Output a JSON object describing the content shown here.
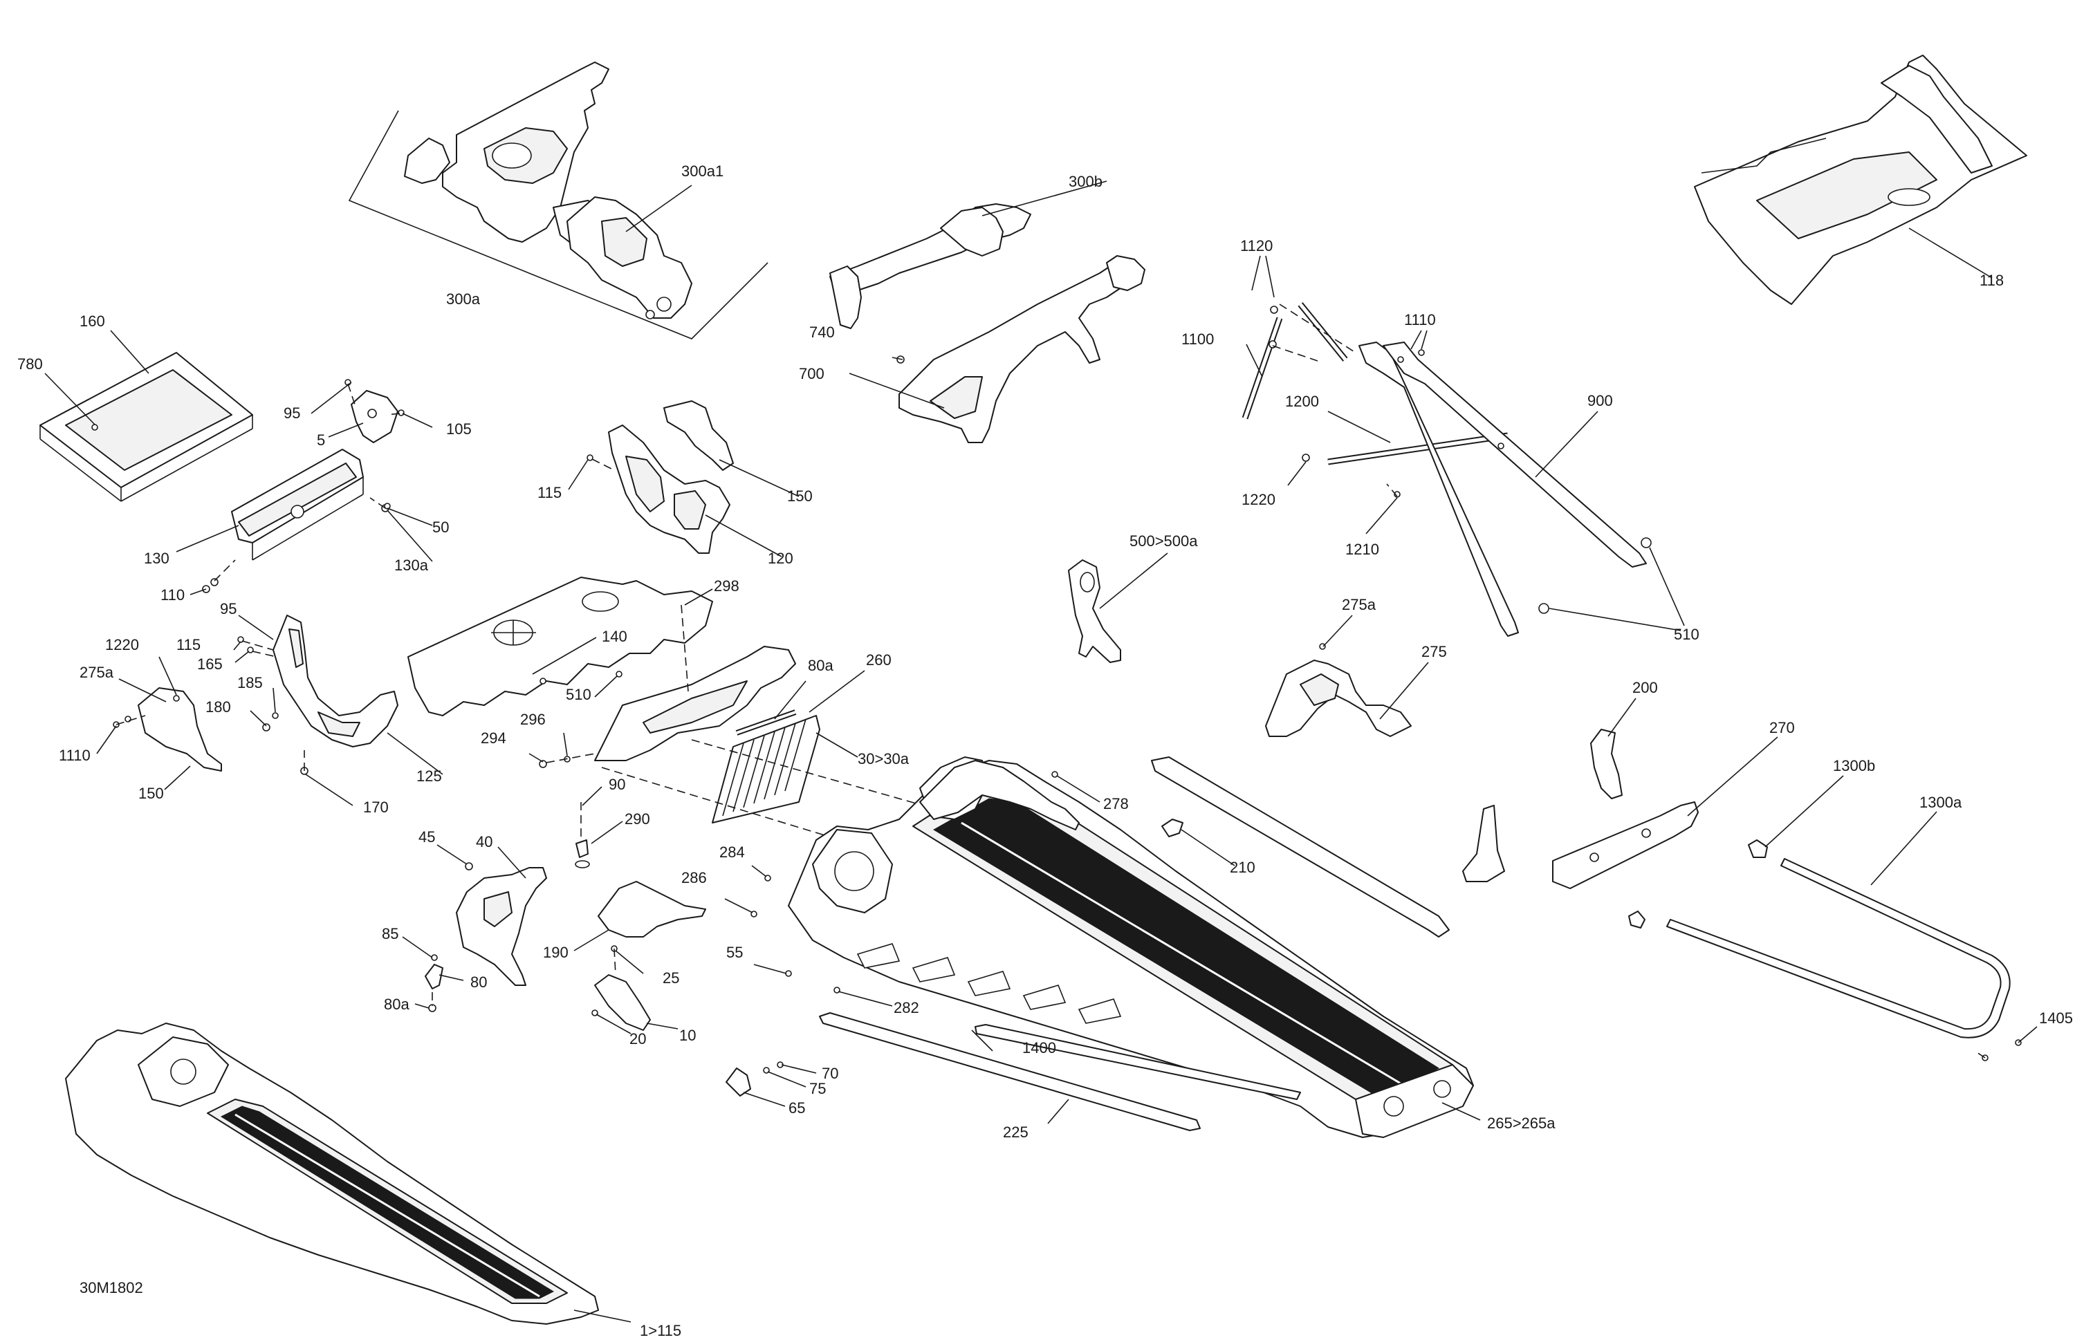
{
  "diagram": {
    "document_id": "30M1802",
    "callouts": [
      {
        "key": "c300a1",
        "text": "300a1"
      },
      {
        "key": "c300a",
        "text": "300a"
      },
      {
        "key": "c300b",
        "text": "300b"
      },
      {
        "key": "c740",
        "text": "740"
      },
      {
        "key": "c700",
        "text": "700"
      },
      {
        "key": "c118",
        "text": "118"
      },
      {
        "key": "c1120",
        "text": "1120"
      },
      {
        "key": "c1110a",
        "text": "1110"
      },
      {
        "key": "c1100",
        "text": "1100"
      },
      {
        "key": "c1200",
        "text": "1200"
      },
      {
        "key": "c900",
        "text": "900"
      },
      {
        "key": "c1220a",
        "text": "1220"
      },
      {
        "key": "c1210",
        "text": "1210"
      },
      {
        "key": "c510a",
        "text": "510"
      },
      {
        "key": "c160",
        "text": "160"
      },
      {
        "key": "c780",
        "text": "780"
      },
      {
        "key": "c95a",
        "text": "95"
      },
      {
        "key": "c5",
        "text": "5"
      },
      {
        "key": "c105",
        "text": "105"
      },
      {
        "key": "c50",
        "text": "50"
      },
      {
        "key": "c130",
        "text": "130"
      },
      {
        "key": "c130a",
        "text": "130a"
      },
      {
        "key": "c110",
        "text": "110"
      },
      {
        "key": "c115a",
        "text": "115"
      },
      {
        "key": "c150a",
        "text": "150"
      },
      {
        "key": "c120",
        "text": "120"
      },
      {
        "key": "c500",
        "text": "500>500a"
      },
      {
        "key": "c275a",
        "text": "275a"
      },
      {
        "key": "c275",
        "text": "275"
      },
      {
        "key": "c200",
        "text": "200"
      },
      {
        "key": "c270",
        "text": "270"
      },
      {
        "key": "c1300b",
        "text": "1300b"
      },
      {
        "key": "c1300a",
        "text": "1300a"
      },
      {
        "key": "c1405",
        "text": "1405"
      },
      {
        "key": "c298",
        "text": "298"
      },
      {
        "key": "c140",
        "text": "140"
      },
      {
        "key": "c510b",
        "text": "510"
      },
      {
        "key": "c80a",
        "text": "80a"
      },
      {
        "key": "c260",
        "text": "260"
      },
      {
        "key": "c30",
        "text": "30>30a"
      },
      {
        "key": "c294",
        "text": "294"
      },
      {
        "key": "c296",
        "text": "296"
      },
      {
        "key": "c95b",
        "text": "95"
      },
      {
        "key": "c1220b",
        "text": "1220"
      },
      {
        "key": "c115b",
        "text": "115"
      },
      {
        "key": "c165",
        "text": "165"
      },
      {
        "key": "c275a2",
        "text": "275a"
      },
      {
        "key": "c185",
        "text": "185"
      },
      {
        "key": "c180",
        "text": "180"
      },
      {
        "key": "c1110b",
        "text": "1110"
      },
      {
        "key": "c125",
        "text": "125"
      },
      {
        "key": "c150b",
        "text": "150"
      },
      {
        "key": "c170",
        "text": "170"
      },
      {
        "key": "c90",
        "text": "90"
      },
      {
        "key": "c290",
        "text": "290"
      },
      {
        "key": "c45",
        "text": "45"
      },
      {
        "key": "c40",
        "text": "40"
      },
      {
        "key": "c284",
        "text": "284"
      },
      {
        "key": "c286",
        "text": "286"
      },
      {
        "key": "c278",
        "text": "278"
      },
      {
        "key": "c210",
        "text": "210"
      },
      {
        "key": "c85",
        "text": "85"
      },
      {
        "key": "c80",
        "text": "80"
      },
      {
        "key": "c80a2",
        "text": "80a"
      },
      {
        "key": "c190",
        "text": "190"
      },
      {
        "key": "c55",
        "text": "55"
      },
      {
        "key": "c25",
        "text": "25"
      },
      {
        "key": "c282",
        "text": "282"
      },
      {
        "key": "c10",
        "text": "10"
      },
      {
        "key": "c20",
        "text": "20"
      },
      {
        "key": "c1400",
        "text": "1400"
      },
      {
        "key": "c70",
        "text": "70"
      },
      {
        "key": "c75",
        "text": "75"
      },
      {
        "key": "c65",
        "text": "65"
      },
      {
        "key": "c225",
        "text": "225"
      },
      {
        "key": "c265",
        "text": "265>265a"
      },
      {
        "key": "c1to115",
        "text": "1>115"
      }
    ]
  }
}
